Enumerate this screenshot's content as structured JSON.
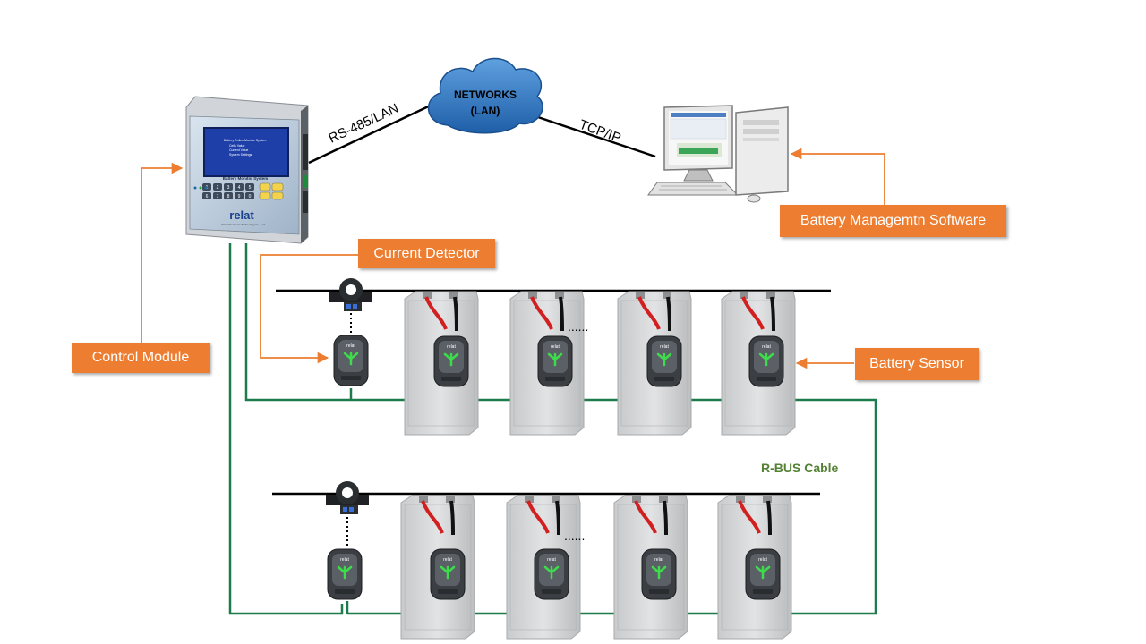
{
  "labels": {
    "networks": "NETWORKS",
    "lan": "(LAN)",
    "rs485": "RS-485/LAN",
    "tcpip": "TCP/IP",
    "rbus": "R-BUS Cable",
    "row_ellipsis": "......"
  },
  "callouts": {
    "control_module": "Control Module",
    "current_detector": "Current Detector",
    "battery_sensor": "Battery Sensor",
    "software": "Battery Managemtn Software"
  },
  "device": {
    "brand": "relat",
    "screen_title": "Battery Monitor System",
    "maker": "Relat Electronic Technology Co., Ltd.",
    "menu": [
      "Battery Online Monitor System",
      "Cells Value",
      "Current Value",
      "System Settings"
    ],
    "keys": [
      "1",
      "2",
      "3",
      "4",
      "5",
      "6",
      "7",
      "8",
      "9",
      "0"
    ]
  },
  "sensor_brand": "relat",
  "colors": {
    "accent": "#ed7d31",
    "cloud": "#2e75b6",
    "rbus": "#1e7b4c",
    "rbus_label": "#548235",
    "device_face": "#9fb7d0",
    "screen": "#1f3fa8"
  }
}
